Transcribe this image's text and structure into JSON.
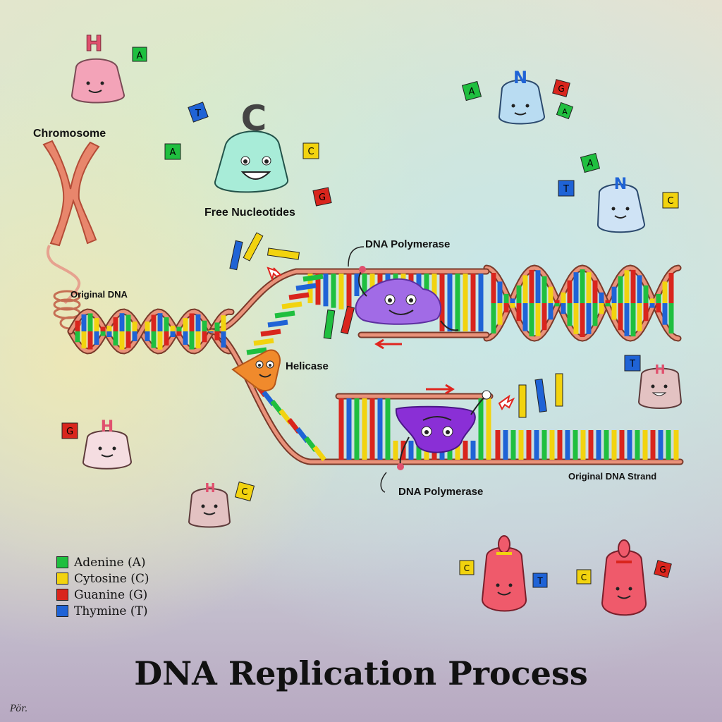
{
  "title": "DNA Replication Process",
  "labels": {
    "chromosome": "Chromosome",
    "free_nucleotides": "Free Nucleotides",
    "original_dna": "Original DNA",
    "dna_polymerase_top": "DNA Polymerase",
    "dna_polymerase_bottom": "DNA Polymerase",
    "helicase": "Helicase",
    "original_dna_strand": "Original DNA Strand"
  },
  "legend": [
    {
      "label": "Adenine (A)",
      "color": "#1fbf3f"
    },
    {
      "label": "Cytosine (C)",
      "color": "#f2d30f"
    },
    {
      "label": "Guanine (G)",
      "color": "#d9251d"
    },
    {
      "label": "Thymine (T)",
      "color": "#1f63d6"
    }
  ],
  "characters": {
    "pink_h": {
      "letter": "H",
      "cards": [
        "A"
      ]
    },
    "big_c": {
      "letter": "C",
      "cards": [
        "T",
        "A",
        "C",
        "G"
      ]
    },
    "blue_n_top": {
      "letter": "N",
      "cards": [
        "A",
        "G",
        "A"
      ]
    },
    "blue_n_right": {
      "letter": "N",
      "cards": [
        "A",
        "T",
        "C"
      ]
    },
    "right_h": {
      "letter": "H",
      "cards": [
        "T"
      ]
    },
    "left_h": {
      "letter": "H",
      "cards": [
        "G"
      ]
    },
    "small_h": {
      "letter": "H",
      "cards": [
        "C"
      ]
    },
    "red_1": {
      "cards": [
        "C",
        "T"
      ]
    },
    "red_2": {
      "cards": [
        "C",
        "G"
      ]
    }
  },
  "signature": "Pör."
}
